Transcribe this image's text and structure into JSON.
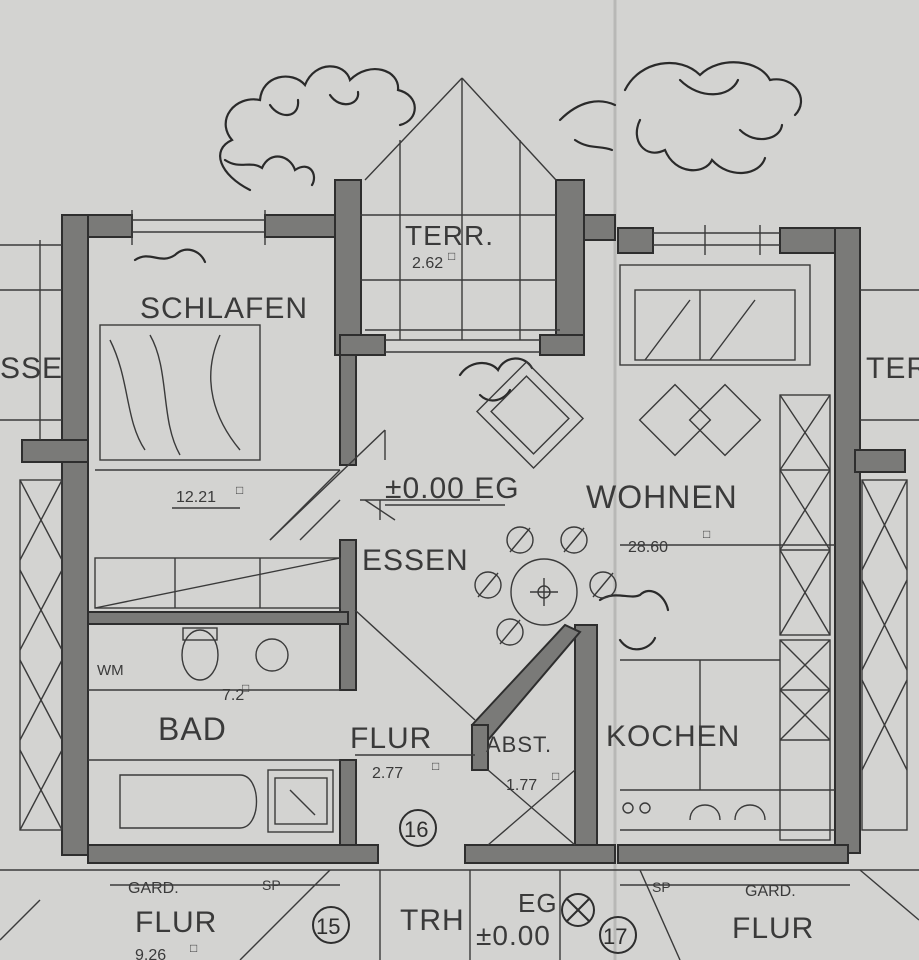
{
  "rooms": {
    "terrace": {
      "name": "TERR.",
      "area": "2.62"
    },
    "bedroom": {
      "name": "SCHLAFEN",
      "area": "12.21"
    },
    "living": {
      "name": "WOHNEN",
      "area": "28.60"
    },
    "dining": {
      "name": "ESSEN"
    },
    "bath": {
      "name": "BAD",
      "area": "7.2"
    },
    "hall": {
      "name": "FLUR",
      "area": "2.77"
    },
    "storage": {
      "name": "ABST.",
      "area": "1.77"
    },
    "kitchen": {
      "name": "KOCHEN"
    },
    "left_terrace_fragment": {
      "name": "SSE"
    },
    "right_terrace_fragment": {
      "name": "TER"
    },
    "stair": {
      "name": "TRH"
    },
    "lower_hall_left": {
      "name": "FLUR",
      "area": "9.26"
    },
    "lower_hall_right": {
      "name": "FLUR"
    }
  },
  "labels": {
    "level": "±0.00 EG",
    "stair_level": "±0.00",
    "stair_floor": "EG",
    "wm": "WM",
    "garderobe_left": "GARD.",
    "garderobe_right": "GARD.",
    "sp_left": "SP",
    "sp_right": "SP",
    "area_marker": "□"
  },
  "steps": {
    "step_16": "16",
    "step_15": "15",
    "step_17": "17"
  },
  "colors": {
    "paper": "#d3d3d1",
    "wall_fill": "#7a7a78",
    "ink": "#2e2e2e"
  }
}
